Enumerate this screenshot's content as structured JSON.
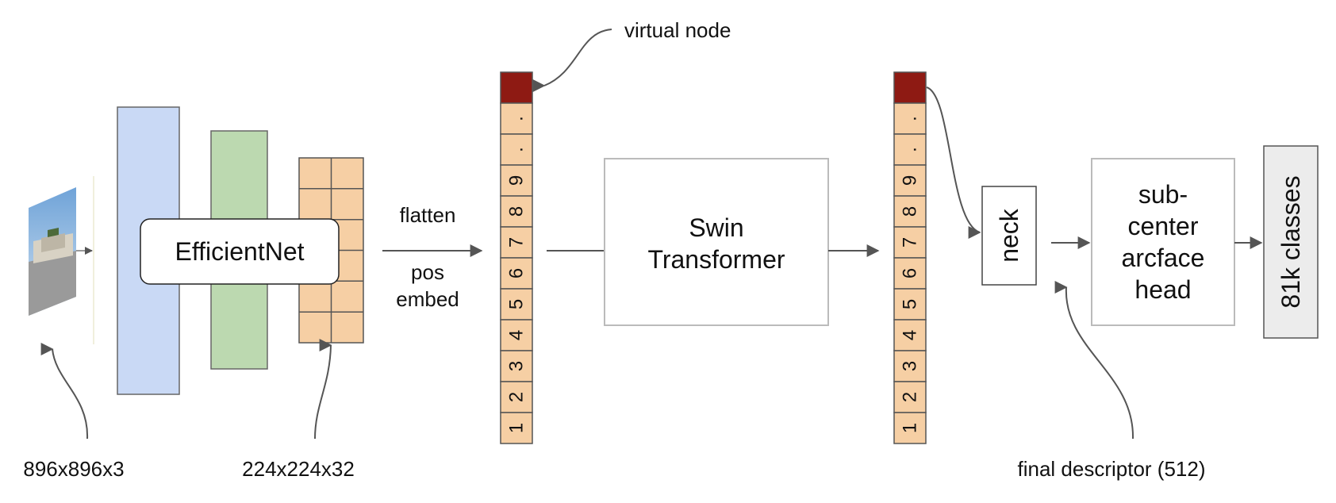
{
  "labels": {
    "virtual_node": "virtual node",
    "flatten": "flatten",
    "pos": "pos",
    "embed": "embed",
    "input_size": "896x896x3",
    "feature_size": "224x224x32",
    "final_descriptor": "final descriptor (512)"
  },
  "blocks": {
    "efficientnet": "EfficientNet",
    "swin_line1": "Swin",
    "swin_line2": "Transformer",
    "neck": "neck",
    "head_line1": "sub-",
    "head_line2": "center",
    "head_line3": "arcface",
    "head_line4": "head",
    "classes": "81k classes"
  },
  "sequence_cells": [
    ".",
    ".",
    "9",
    "8",
    "7",
    "6",
    "5",
    "4",
    "3",
    "2",
    "1"
  ],
  "colors": {
    "efficientnet_stage1": "#c9d9f5",
    "efficientnet_stage2": "#bcd9b0",
    "token_cell": "#f6cfa4",
    "virtual_node": "#8e1a13",
    "classes_box": "#ececec",
    "arrow": "#555555"
  }
}
